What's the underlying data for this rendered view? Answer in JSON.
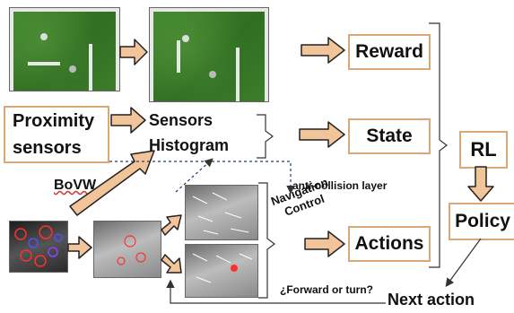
{
  "boxes": {
    "reward": "Reward",
    "state": "State",
    "actions": "Actions",
    "rl": "RL",
    "policy": "Policy",
    "proximity_line1": "Proximity",
    "proximity_line2": "sensors"
  },
  "labels": {
    "sensors": "Sensors",
    "histogram": "Histogram",
    "bovw": "BoVW",
    "anti_collision": "anti-collision layer",
    "navigation": "Navigation",
    "control": "Control",
    "forward_or_turn": "¿Forward or turn?",
    "next_action": "Next action"
  },
  "colors": {
    "box_border": "#d8a878",
    "arrow_fill": "#f2c49a",
    "arrow_stroke": "#222222",
    "dashed_line": "#1a3a7a",
    "feature_markers": "#ff3030"
  }
}
